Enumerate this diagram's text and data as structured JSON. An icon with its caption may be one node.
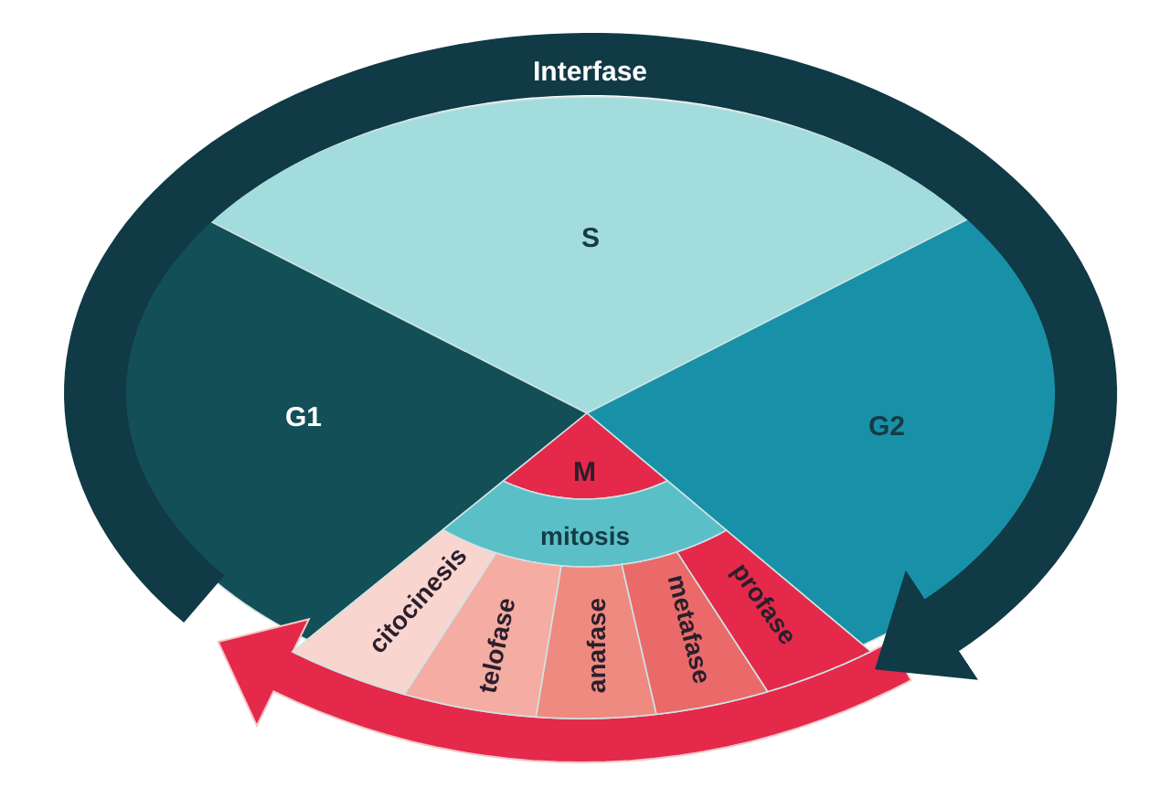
{
  "diagram": {
    "nodes": [
      {
        "text": [
          "S"
        ]
      },
      {
        "text": [
          "G1"
        ]
      },
      {
        "text": [
          "G2"
        ]
      },
      {
        "text": [
          "M"
        ]
      },
      {
        "text": [
          "mitosis"
        ]
      },
      {
        "text": [
          "citocinesis"
        ]
      },
      {
        "text": [
          "telofase"
        ]
      },
      {
        "text": [
          "anafase"
        ]
      },
      {
        "text": [
          "metafase"
        ]
      },
      {
        "text": [
          "profase"
        ]
      }
    ],
    "edges": [
      {
        "from": 1,
        "to": 2,
        "arrow": "to",
        "label": "Interfase"
      }
    ]
  }
}
